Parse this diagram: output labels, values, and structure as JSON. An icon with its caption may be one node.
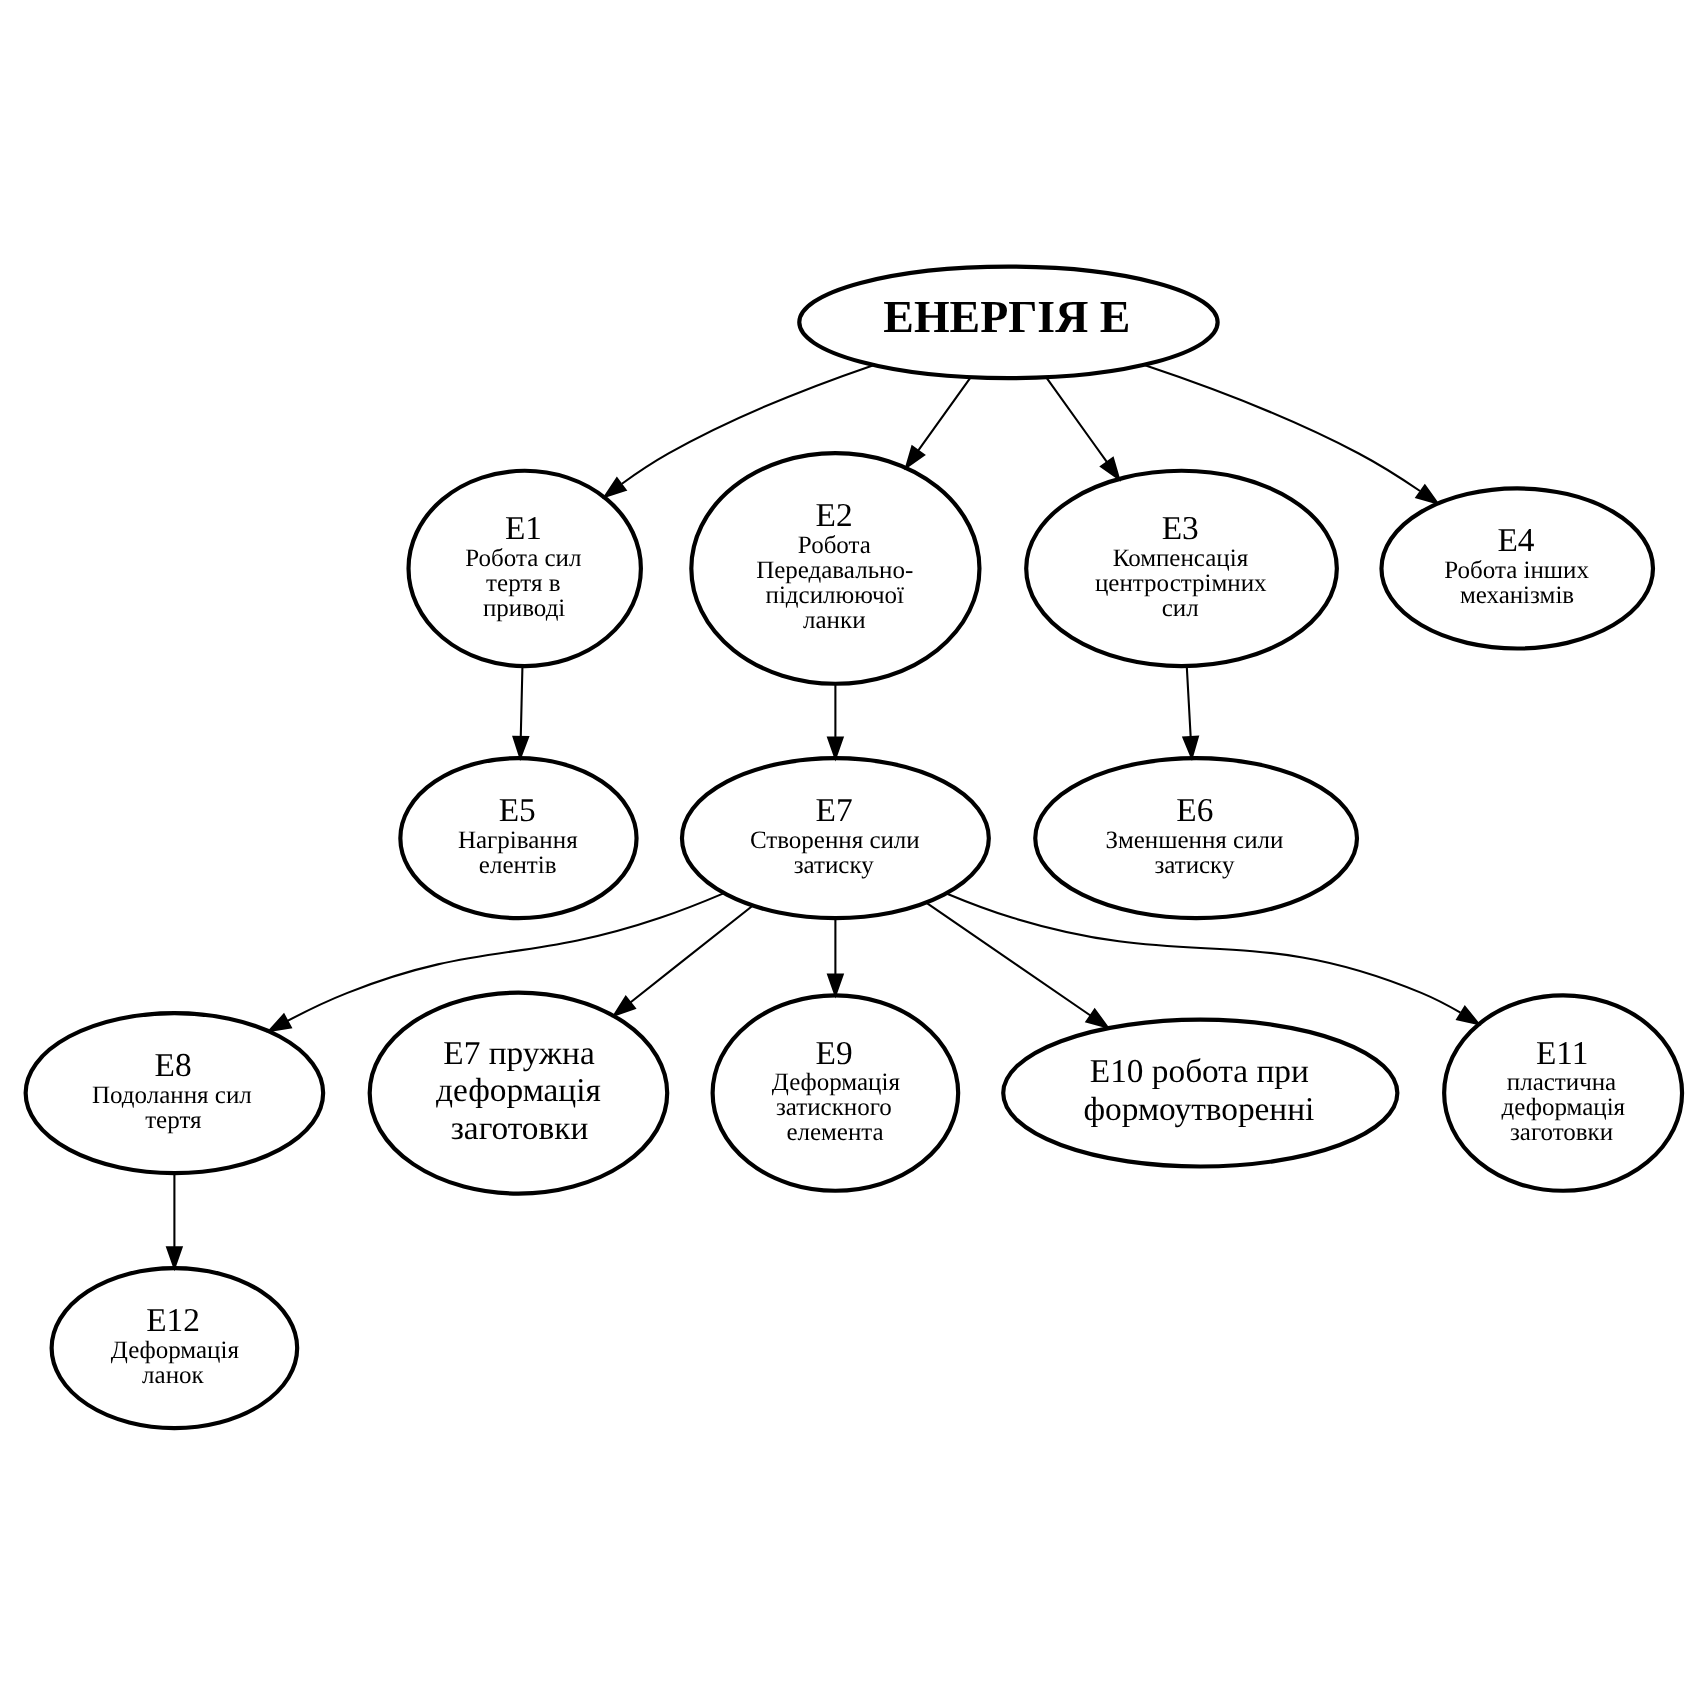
{
  "diagram": {
    "nodes": [
      {
        "text": [
          "ЕНЕРГІЯ Е"
        ]
      },
      {
        "text": [
          "E1",
          "Робота сил тертя в приводі"
        ]
      },
      {
        "text": [
          "E2",
          "Робота Передавально-підсилюючої ланки"
        ]
      },
      {
        "text": [
          "E3",
          "Компенсація центрострімних сил"
        ]
      },
      {
        "text": [
          "E4",
          "Робота інших механізмів"
        ]
      },
      {
        "text": [
          "E5",
          "Нагрівання елентів"
        ]
      },
      {
        "text": [
          "E6",
          "Зменшення сили затиску"
        ]
      },
      {
        "text": [
          "E7",
          "Створення сили затиску"
        ]
      },
      {
        "text": [
          "E8",
          "Подолання сил тертя"
        ]
      },
      {
        "text": [
          "E7 пружна деформація заготовки"
        ]
      },
      {
        "text": [
          "E12",
          "Деформація ланок"
        ]
      },
      {
        "text": [
          "E9",
          "Деформація затискного елемента"
        ]
      },
      {
        "text": [
          "E10 робота при формоутворенні"
        ]
      },
      {
        "text": [
          "E11",
          "пластична деформація заготовки"
        ]
      }
    ],
    "edges": [
      {
        "from": 0,
        "to": 1,
        "arrow": "to"
      },
      {
        "from": 0,
        "to": 2,
        "arrow": "to"
      },
      {
        "from": 0,
        "to": 4,
        "arrow": "to"
      },
      {
        "from": 0,
        "to": 3,
        "arrow": "to"
      },
      {
        "from": 1,
        "to": 5,
        "arrow": "to"
      },
      {
        "from": 2,
        "to": 7,
        "arrow": "to"
      },
      {
        "from": 3,
        "to": 6,
        "arrow": "to"
      },
      {
        "from": 7,
        "to": 8,
        "arrow": "to"
      },
      {
        "from": 7,
        "to": 11,
        "arrow": "to"
      },
      {
        "from": 7,
        "to": 12,
        "arrow": "to"
      },
      {
        "from": 7,
        "to": 13,
        "arrow": "to"
      },
      {
        "from": 7,
        "to": 9,
        "arrow": "to"
      },
      {
        "from": 8,
        "to": 10,
        "arrow": "to"
      }
    ]
  }
}
